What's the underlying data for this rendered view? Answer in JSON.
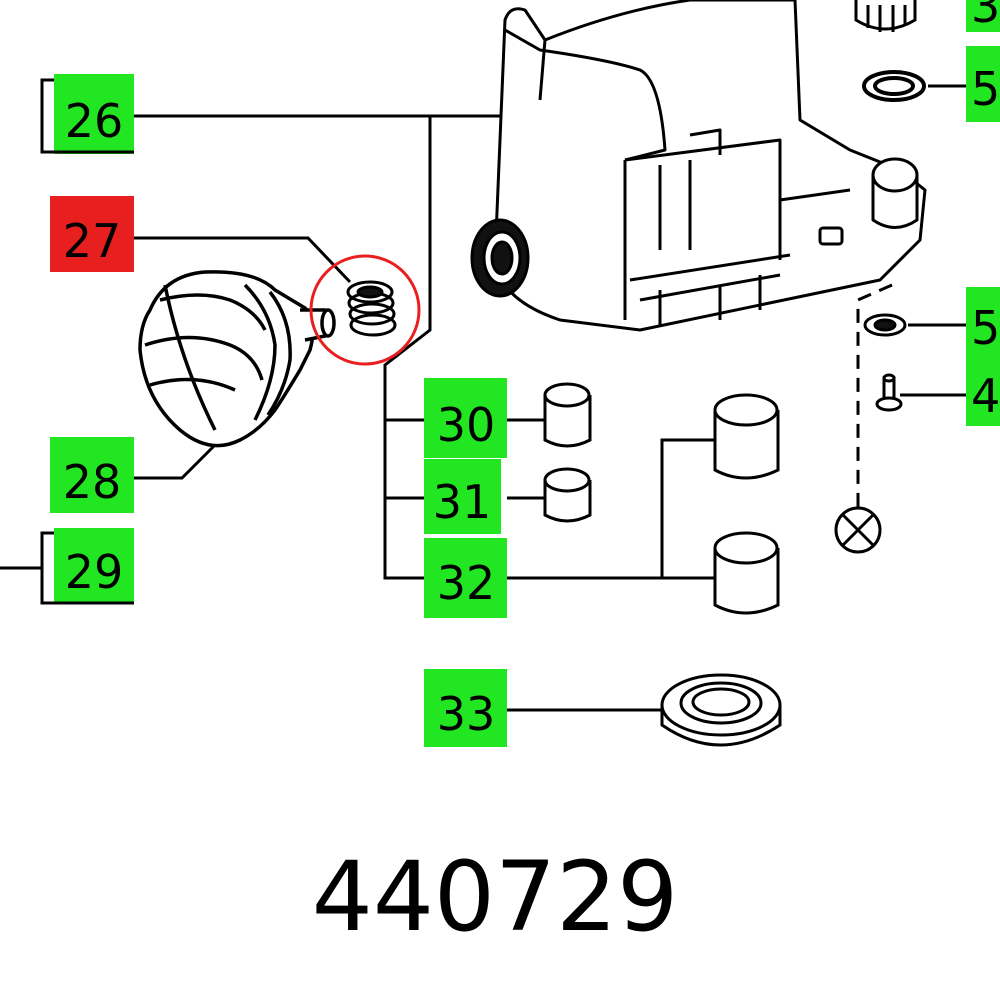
{
  "diagram": {
    "part_number": "440729",
    "highlight_color": "#e81f1f",
    "callout_color": "#22e622",
    "callouts": [
      {
        "id": "26",
        "label": "26",
        "highlighted": false
      },
      {
        "id": "27",
        "label": "27",
        "highlighted": true
      },
      {
        "id": "28",
        "label": "28",
        "highlighted": false
      },
      {
        "id": "29",
        "label": "29",
        "highlighted": false
      },
      {
        "id": "30",
        "label": "30",
        "highlighted": false
      },
      {
        "id": "31",
        "label": "31",
        "highlighted": false
      },
      {
        "id": "32",
        "label": "32",
        "highlighted": false
      },
      {
        "id": "33",
        "label": "33",
        "highlighted": false
      },
      {
        "id": "r1",
        "label": "3",
        "highlighted": false
      },
      {
        "id": "r2",
        "label": "5",
        "highlighted": false
      },
      {
        "id": "r3",
        "label": "5",
        "highlighted": false
      },
      {
        "id": "r4",
        "label": "4",
        "highlighted": false
      }
    ]
  }
}
